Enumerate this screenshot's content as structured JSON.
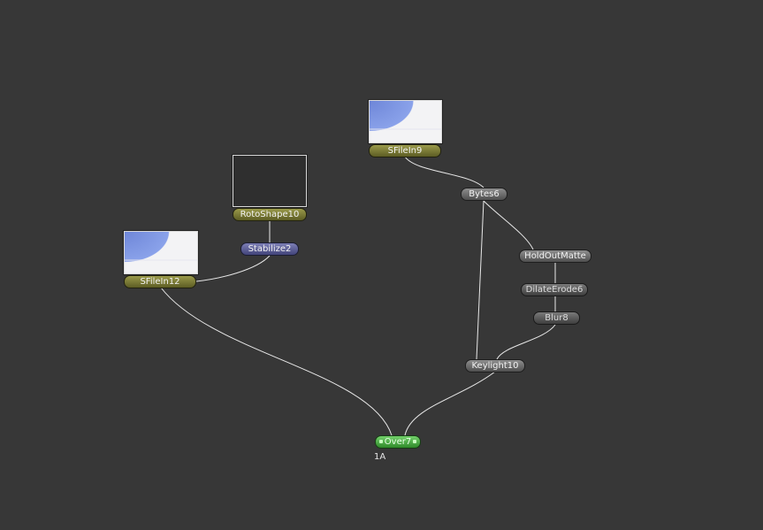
{
  "nodes": {
    "sfilein9": {
      "label": "SFileIn9"
    },
    "rotoshape10": {
      "label": "RotoShape10"
    },
    "stabilize2": {
      "label": "Stabilize2"
    },
    "sfilein12": {
      "label": "SFileIn12"
    },
    "bytes6": {
      "label": "Bytes6"
    },
    "holdoutmatte": {
      "label": "HoldOutMatte"
    },
    "dilateerode6": {
      "label": "DilateErode6"
    },
    "blur8": {
      "label": "Blur8"
    },
    "keylight10": {
      "label": "Keylight10"
    },
    "over7": {
      "label": "Over7"
    }
  },
  "output_label": "1A",
  "colors": {
    "background": "#373737",
    "wire": "#e8e8e8",
    "image_node": "#7b7b38",
    "filter_node": "#6e6e6e",
    "stabilize_node": "#5e60a0",
    "selected_node": "#3fa638"
  }
}
